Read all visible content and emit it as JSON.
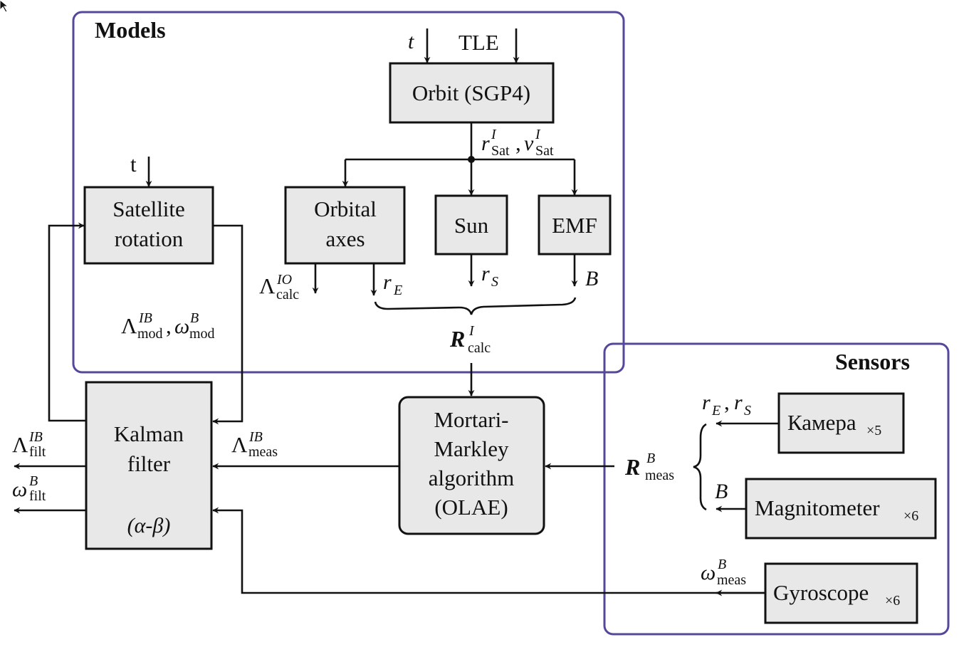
{
  "groups": {
    "models": {
      "title": "Models"
    },
    "sensors": {
      "title": "Sensors"
    }
  },
  "colors": {
    "group_border": "#55479a",
    "box_fill": "#e8e8e8",
    "line": "#111111"
  },
  "blocks": {
    "orbit": {
      "label": "Orbit (SGP4)"
    },
    "satellite_rotation": {
      "line1": "Satellite",
      "line2": "rotation"
    },
    "orbital_axes": {
      "line1": "Orbital",
      "line2": "axes"
    },
    "sun": {
      "label": "Sun"
    },
    "emf": {
      "label": "EMF"
    },
    "kalman": {
      "line1": "Kalman",
      "line2": "filter",
      "line3": "(α-β)"
    },
    "mortari": {
      "line1": "Mortari-",
      "line2": "Markley",
      "line3": "algorithm",
      "line4": "(OLAE)"
    },
    "camera": {
      "label": "Камера",
      "sub": "×5"
    },
    "magnetometer": {
      "label": "Magnitometer",
      "sub": "×6"
    },
    "gyroscope": {
      "label": "Gyroscope",
      "sub": "×6"
    }
  },
  "signals": {
    "t_orbit": "t",
    "tle": "TLE",
    "t_rotation": "t",
    "r_sat": {
      "base": "r",
      "sup": "I",
      "sub": "Sat"
    },
    "v_sat": {
      "base": "v",
      "sup": "I",
      "sub": "Sat"
    },
    "comma": ",",
    "lambda_calc": {
      "base": "Λ",
      "sup": "IO",
      "sub": "calc"
    },
    "r_e": {
      "base": "r",
      "sub": "E"
    },
    "r_s": {
      "base": "r",
      "sub": "S"
    },
    "b": "B",
    "r_calc": {
      "base": "R",
      "sup": "I",
      "sub": "calc"
    },
    "lambda_mod": {
      "base": "Λ",
      "sup": "IB",
      "sub": "mod"
    },
    "omega_mod": {
      "base": "ω",
      "sup": "B",
      "sub": "mod"
    },
    "lambda_filt": {
      "base": "Λ",
      "sup": "IB",
      "sub": "filt"
    },
    "omega_filt": {
      "base": "ω",
      "sup": "B",
      "sub": "filt"
    },
    "lambda_meas": {
      "base": "Λ",
      "sup": "IB",
      "sub": "meas"
    },
    "r_meas": {
      "base": "R",
      "sup": "B",
      "sub": "meas"
    },
    "re_rs": {
      "base1": "r",
      "sub1": "E",
      "base2": "r",
      "sub2": "S"
    },
    "b_sensor": "B",
    "omega_meas": {
      "base": "ω",
      "sup": "B",
      "sub": "meas"
    }
  }
}
